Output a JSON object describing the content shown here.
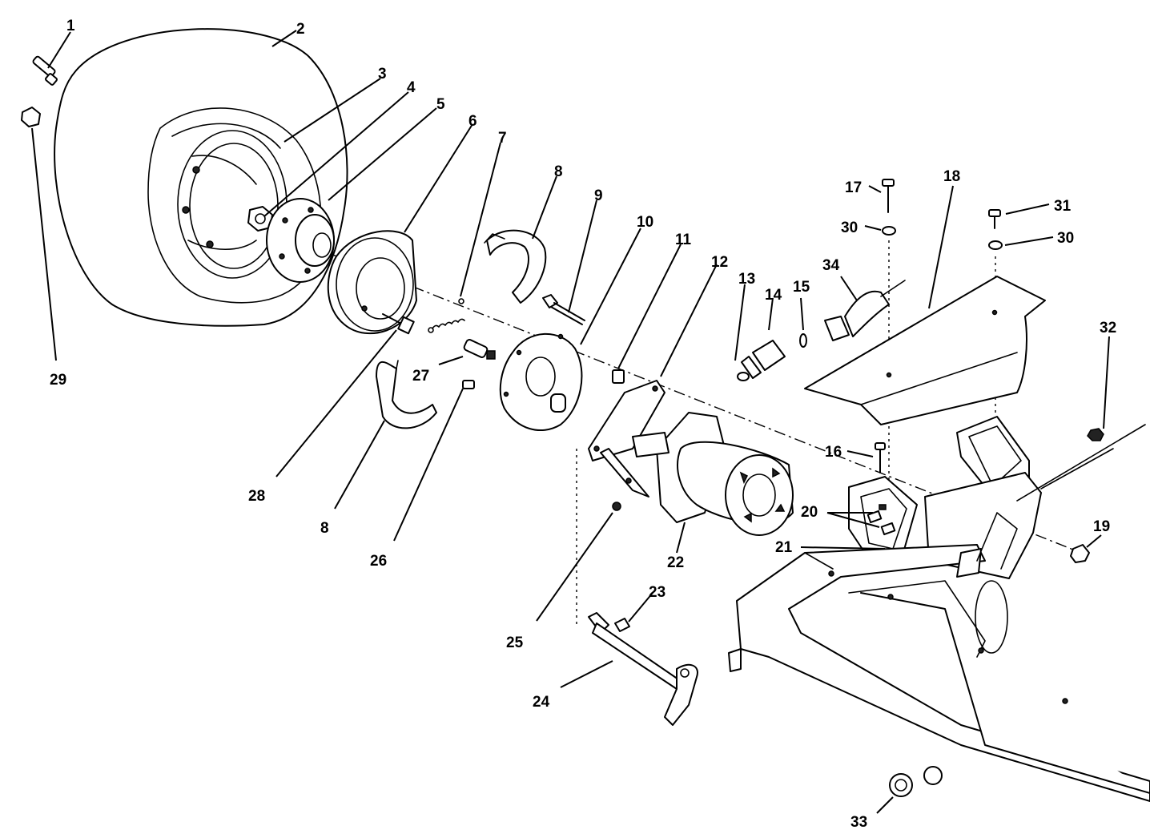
{
  "colors": {
    "ink": "#000000",
    "paper": "#ffffff"
  },
  "callouts": [
    {
      "id": "c1",
      "label": "1"
    },
    {
      "id": "c2",
      "label": "2"
    },
    {
      "id": "c3",
      "label": "3"
    },
    {
      "id": "c4",
      "label": "4"
    },
    {
      "id": "c5",
      "label": "5"
    },
    {
      "id": "c6",
      "label": "6"
    },
    {
      "id": "c7",
      "label": "7"
    },
    {
      "id": "c8a",
      "label": "8"
    },
    {
      "id": "c8b",
      "label": "8"
    },
    {
      "id": "c9",
      "label": "9"
    },
    {
      "id": "c10",
      "label": "10"
    },
    {
      "id": "c11",
      "label": "11"
    },
    {
      "id": "c12",
      "label": "12"
    },
    {
      "id": "c13",
      "label": "13"
    },
    {
      "id": "c14",
      "label": "14"
    },
    {
      "id": "c15",
      "label": "15"
    },
    {
      "id": "c16",
      "label": "16"
    },
    {
      "id": "c17",
      "label": "17"
    },
    {
      "id": "c18",
      "label": "18"
    },
    {
      "id": "c19",
      "label": "19"
    },
    {
      "id": "c20",
      "label": "20"
    },
    {
      "id": "c21",
      "label": "21"
    },
    {
      "id": "c22",
      "label": "22"
    },
    {
      "id": "c23",
      "label": "23"
    },
    {
      "id": "c24",
      "label": "24"
    },
    {
      "id": "c25",
      "label": "25"
    },
    {
      "id": "c26",
      "label": "26"
    },
    {
      "id": "c27",
      "label": "27"
    },
    {
      "id": "c28",
      "label": "28"
    },
    {
      "id": "c29",
      "label": "29"
    },
    {
      "id": "c30a",
      "label": "30"
    },
    {
      "id": "c30b",
      "label": "30"
    },
    {
      "id": "c31",
      "label": "31"
    },
    {
      "id": "c32",
      "label": "32"
    },
    {
      "id": "c33",
      "label": "33"
    },
    {
      "id": "c34",
      "label": "34"
    }
  ]
}
